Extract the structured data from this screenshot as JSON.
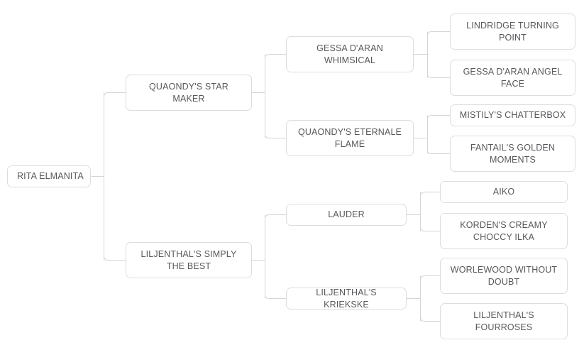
{
  "diagram": {
    "type": "pedigree-tree",
    "orientation": "left-to-right",
    "generations": 4,
    "colors": {
      "background": "#ffffff",
      "node_border": "#dddddd",
      "node_text": "#58585c",
      "connector": "#d5d5d5"
    }
  },
  "nodes": {
    "root": {
      "label": "RITA ELMANITA"
    },
    "gen1": [
      {
        "label": "QUAONDY'S STAR MAKER"
      },
      {
        "label": "LILJENTHAL'S SIMPLY THE BEST"
      }
    ],
    "gen2": [
      {
        "label": "GESSA D'ARAN WHIMSICAL"
      },
      {
        "label": "QUAONDY'S ETERNALE FLAME"
      },
      {
        "label": "LAUDER"
      },
      {
        "label": "LILJENTHAL'S KRIEKSKE"
      }
    ],
    "gen3": [
      {
        "label": "LINDRIDGE TURNING POINT"
      },
      {
        "label": "GESSA D'ARAN ANGEL FACE"
      },
      {
        "label": "MISTILY'S CHATTERBOX"
      },
      {
        "label": "FANTAIL'S GOLDEN MOMENTS"
      },
      {
        "label": "AIKO"
      },
      {
        "label": "KORDEN'S CREAMY CHOCCY ILKA"
      },
      {
        "label": "WORLEWOOD WITHOUT DOUBT"
      },
      {
        "label": "LILJENTHAL'S FOURROSES"
      }
    ]
  }
}
